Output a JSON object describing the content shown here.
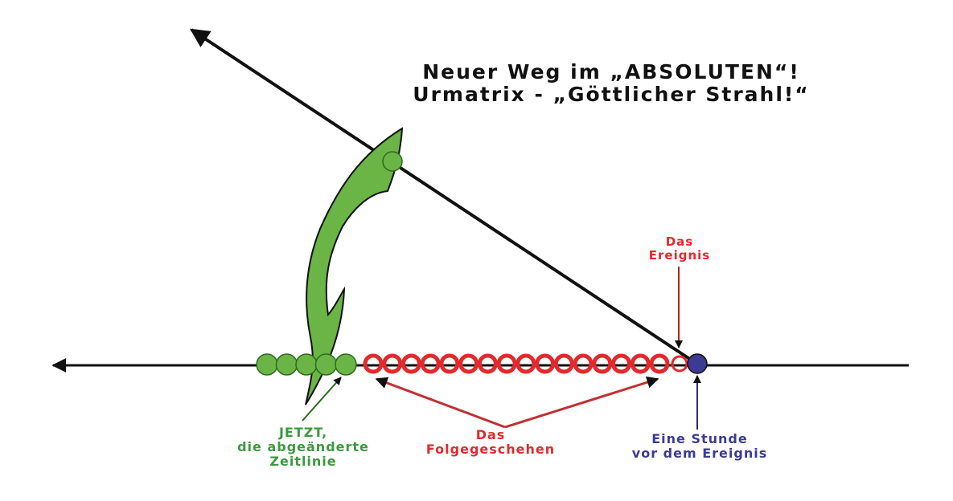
{
  "title": {
    "line1": "Neuer Weg im „ABSOLUTEN“!",
    "line2": "Urmatrix - „Göttlicher Strahl!“"
  },
  "labels": {
    "ereignis": {
      "line1": "Das",
      "line2": "Ereignis"
    },
    "jetzt": {
      "line1": "JETZT,",
      "line2": "die abgeänderte",
      "line3": "Zeitlinie"
    },
    "folge": {
      "line1": "Das",
      "line2": "Folgegeschehen"
    },
    "stunde": {
      "line1": "Eine Stunde",
      "line2": "vor dem Ereignis"
    }
  },
  "colors": {
    "red": "#e3292c",
    "green": "#6ab545",
    "green_text": "#3a9a3f",
    "blue": "#3b3b94",
    "line": "#111111"
  },
  "counts": {
    "green_circles": 5,
    "red_rings": 16
  }
}
